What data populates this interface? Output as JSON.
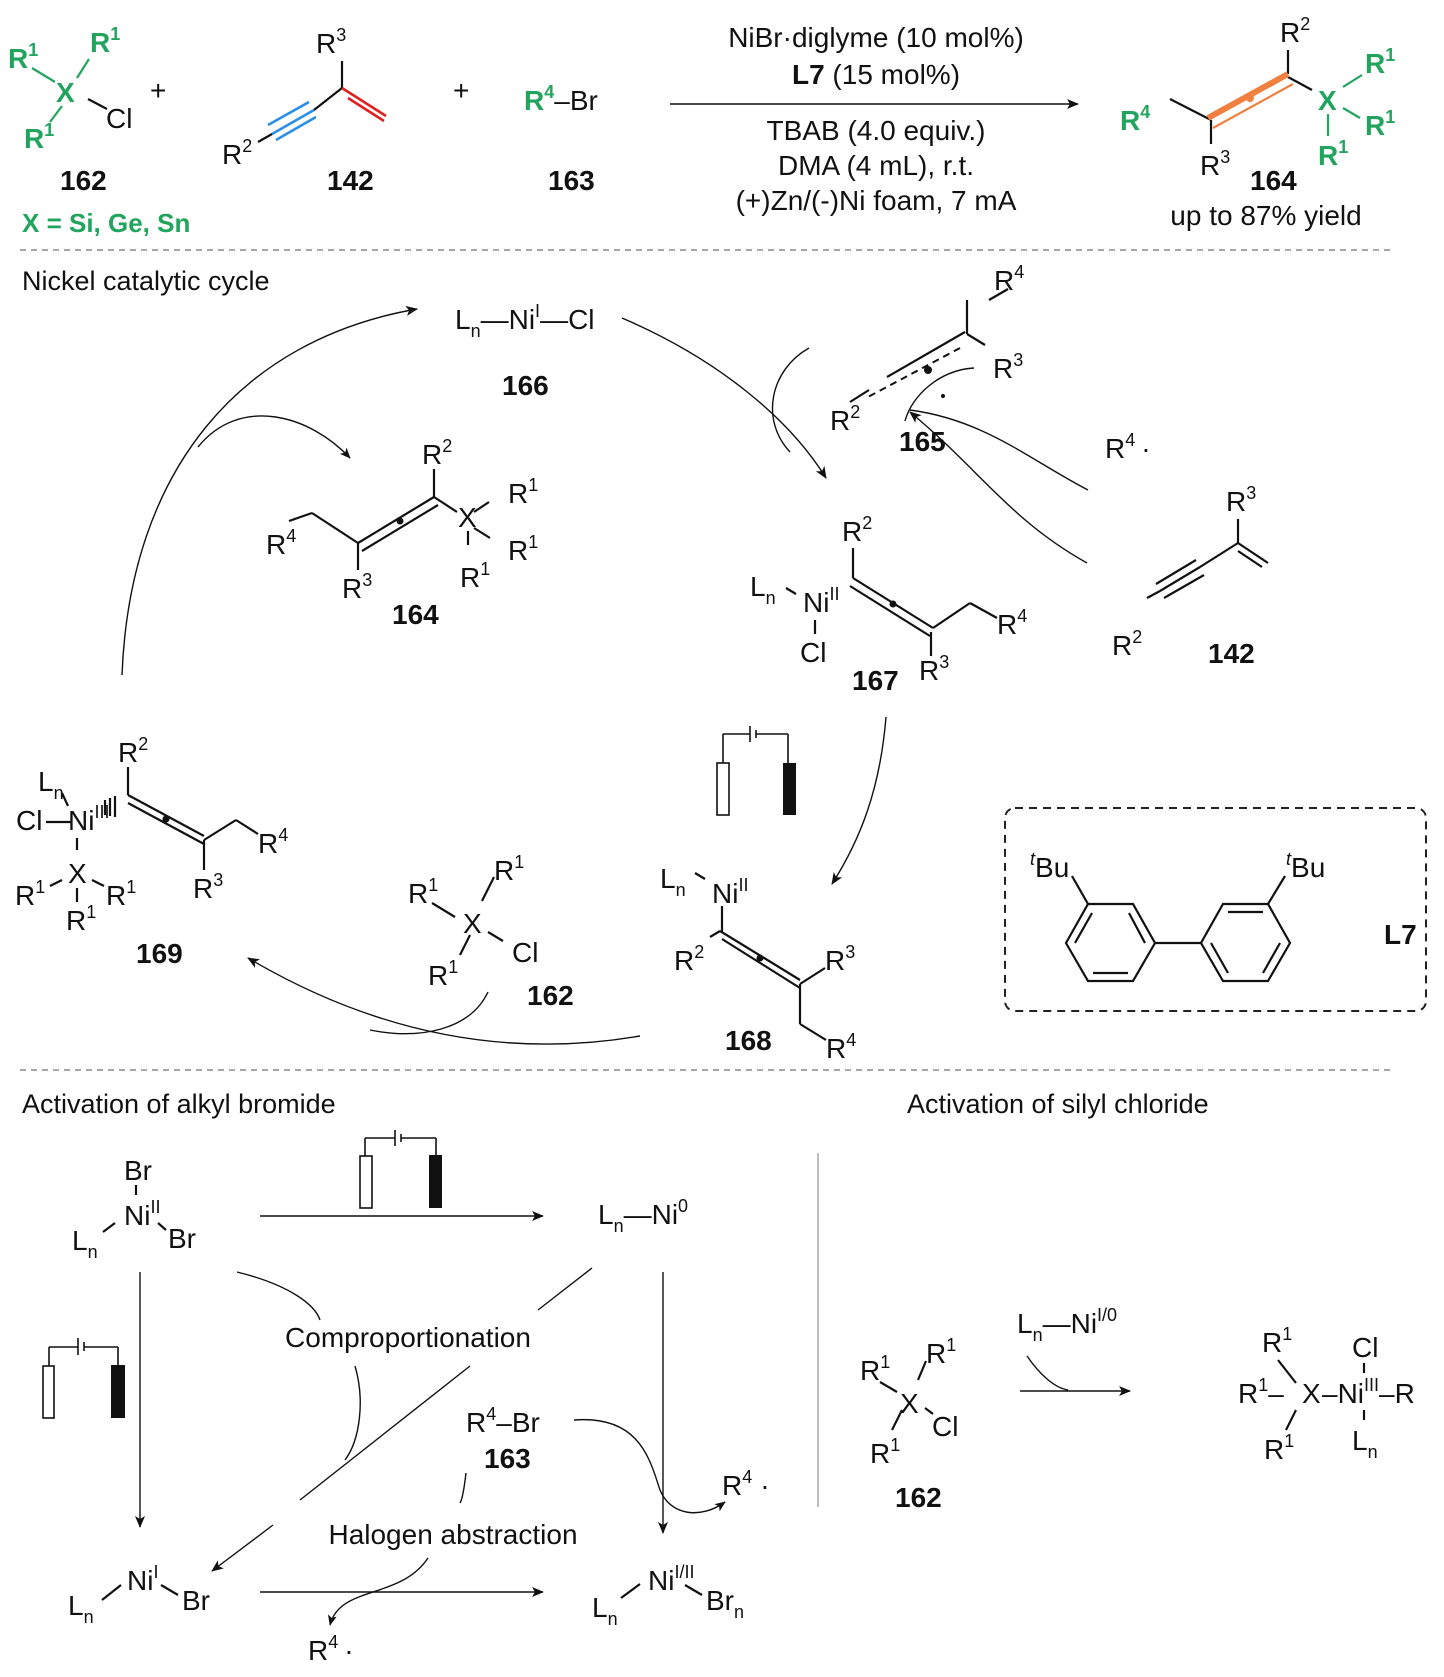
{
  "colors": {
    "highlight_green": "#22a45f",
    "alkyne_blue": "#2a8ee6",
    "alkene_red": "#e02020",
    "allene_orange": "#f08040"
  },
  "top_reaction": {
    "reactant_162": {
      "substituent": "R",
      "sup": "1",
      "center": "X",
      "leaving": "Cl",
      "label": "162",
      "note": "X = Si, Ge, Sn"
    },
    "plus": "+",
    "reactant_142": {
      "r2": "R",
      "r2_sup": "2",
      "r3": "R",
      "r3_sup": "3",
      "label": "142"
    },
    "reactant_163": {
      "r4": "R",
      "r4_sup": "4",
      "bond_br": "–Br",
      "label": "163"
    },
    "conditions_above": {
      "line1": "NiBr·diglyme (10 mol%)",
      "line2_bold": "L7",
      "line2_rest": " (15 mol%)"
    },
    "conditions_below": {
      "line1": "TBAB (4.0 equiv.)",
      "line2": "DMA (4 mL), r.t.",
      "line3": "(+)Zn/(-)Ni foam, 7 mA"
    },
    "product_164": {
      "label": "164",
      "yield": "up to 87% yield"
    }
  },
  "cycle": {
    "title": "Nickel catalytic cycle",
    "c166": {
      "ln": "L",
      "ln_sub": "n",
      "ni": "Ni",
      "ox": "I",
      "cl": "Cl",
      "label": "166"
    },
    "c164": {
      "label": "164"
    },
    "c165": {
      "label": "165",
      "radical": "·"
    },
    "r4_radical": {
      "text": "R",
      "sup": "4",
      "dot": "·"
    },
    "c142": {
      "label": "142"
    },
    "c167": {
      "ox": "II",
      "label": "167"
    },
    "c168": {
      "ox": "II",
      "label": "168"
    },
    "c169": {
      "ox": "III",
      "label": "169"
    },
    "c162": {
      "label": "162"
    },
    "ligand_L7": {
      "substituent": "Bu",
      "sub_prefix": "t",
      "label": "L7"
    }
  },
  "alkyl_bromide": {
    "title": "Activation of alkyl bromide",
    "ni2": {
      "ox": "II"
    },
    "ni0": {
      "ox": "0"
    },
    "ni1": {
      "ox": "I"
    },
    "ni12": {
      "ox": "I/II",
      "brn": "Br",
      "brn_sub": "n"
    },
    "comproportionation": "Comproportionation",
    "halogen_abstraction": "Halogen abstraction",
    "r4br": {
      "text": "R",
      "sup": "4",
      "rest": "–Br",
      "label": "163"
    }
  },
  "silyl_chloride": {
    "title": "Activation of silyl chloride",
    "reagent": {
      "ln": "L",
      "ln_sub": "n",
      "ni": "Ni",
      "ox": "I/0"
    },
    "label_162": "162",
    "product_ox": "III"
  }
}
